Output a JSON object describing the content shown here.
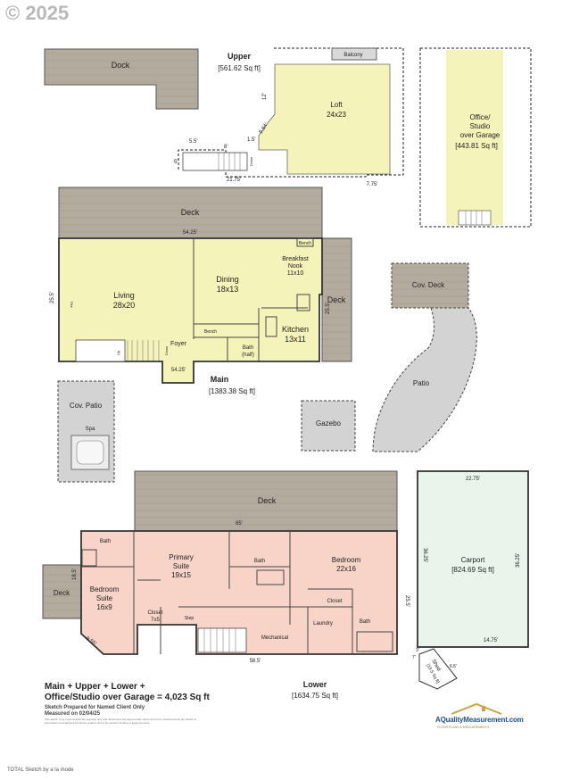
{
  "copyright": "© 2025",
  "levels": {
    "upper": {
      "name": "Upper",
      "area": "[561.62 Sq ft]"
    },
    "main": {
      "name": "Main",
      "area": "[1383.38 Sq ft]"
    },
    "lower": {
      "name": "Lower",
      "area": "[1634.75 Sq ft]"
    }
  },
  "rooms": {
    "dock": "Dock",
    "balcony": "Balcony",
    "loft": "Loft",
    "loft_size": "24x23",
    "office": "Office/",
    "office2": "Studio",
    "office3": "over Garage",
    "office_area": "[443.81 Sq ft]",
    "deck": "Deck",
    "bench": "Bench",
    "breakfast": "Breakfast",
    "nook": "Nook",
    "nook_size": "11x10",
    "dining": "Dining",
    "dining_size": "18x13",
    "living": "Living",
    "living_size": "28x20",
    "kitchen": "Kitchen",
    "kitchen_size": "13x11",
    "foyer": "Foyer",
    "bath": "Bath",
    "half": "(half)",
    "fire": "Fire",
    "up": "Up",
    "down": "Down",
    "cov_deck": "Cov. Deck",
    "patio": "Patio",
    "cov_patio": "Cov. Patio",
    "spa": "Spa",
    "gazebo": "Gazebo",
    "primary": "Primary",
    "suite": "Suite",
    "primary_size": "19x15",
    "bedroom": "Bedroom",
    "bedroom_size": "22x16",
    "bedroom_suite_size": "16x9",
    "closet": "Closet",
    "closet_size": "7x5",
    "step": "Step",
    "laundry": "Laundry",
    "mechanical": "Mechanical",
    "carport": "Carport",
    "carport_area": "[824.69 Sq ft]",
    "shed": "Shed",
    "shed_area": "[19.5 Sq ft]"
  },
  "dims": {
    "d12": "12'",
    "d5_84": "5.84'",
    "d1_5": "1.5'",
    "d8": "8'",
    "d5_5": "5.5'",
    "d5": "5'",
    "d21_75": "21.75'",
    "d7_75": "7.75'",
    "d54_25": "54.25'",
    "d25_5": "25.5'",
    "d65": "65'",
    "d18_5": "18.5'",
    "d9_55": "9.55'",
    "d58_5": "58.5'",
    "d22_75": "22.75'",
    "d36_25": "36.25'",
    "d14_75": "14.75'",
    "d3": "3'",
    "d7": "7'",
    "d6_5": "6.5'"
  },
  "summary": {
    "line1": "Main + Upper + Lower +",
    "line2": "Office/Studio over Garage = 4,023 Sq ft",
    "prepared1": "Sketch Prepared for Named Client Only",
    "prepared2": "Measured on 02/04/25",
    "fine": "This sketch is for representational purposes only and dimensions are approximate. Sizes and room measurements are based on information provided and should be verified. Not to be used for lending or legal purposes."
  },
  "logo": {
    "name": "AQualityMeasurement.com",
    "tagline": "FLOOR PLANS & MEASUREMENTS"
  },
  "footer": "TOTAL Sketch by a la mode",
  "colors": {
    "deck_fill": "#b3ab9e",
    "main_fill": "#f4f3b9",
    "loft_fill": "#f4f3b9",
    "lower_fill": "#f7d4c7",
    "carport_fill": "#e9f4ea",
    "patio_fill": "#d3d3d3",
    "wall": "#3a3a3a"
  }
}
